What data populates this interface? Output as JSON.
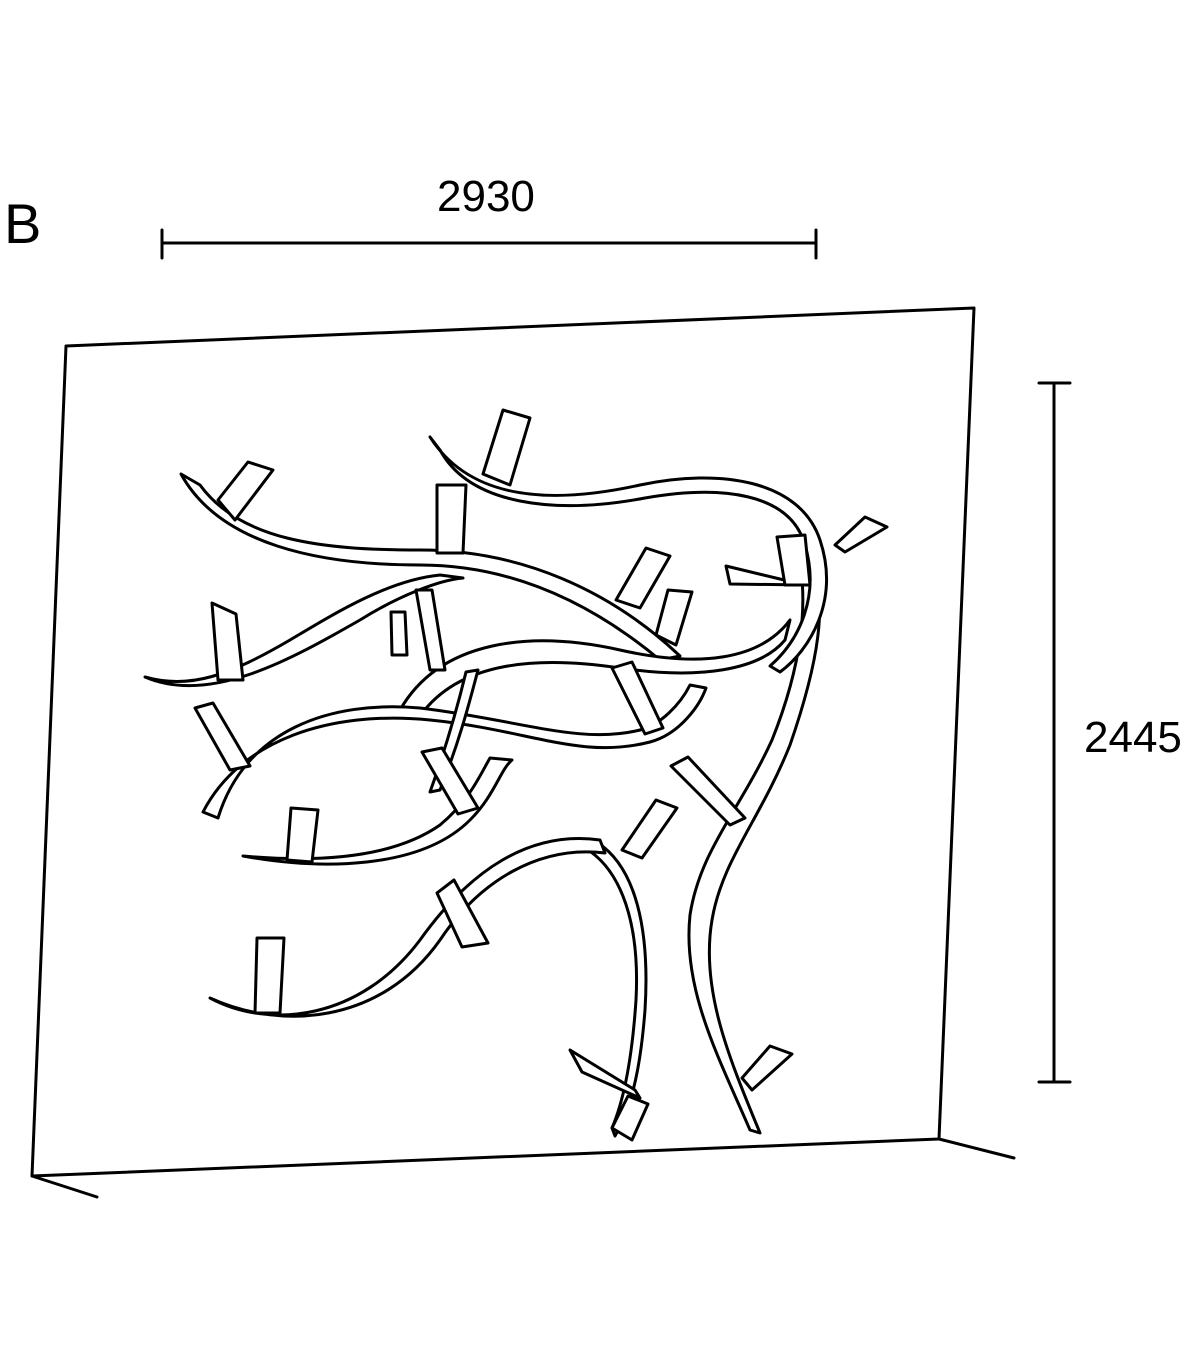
{
  "panel_label": "B",
  "dimensions": {
    "width": "2930",
    "height": "2445"
  }
}
